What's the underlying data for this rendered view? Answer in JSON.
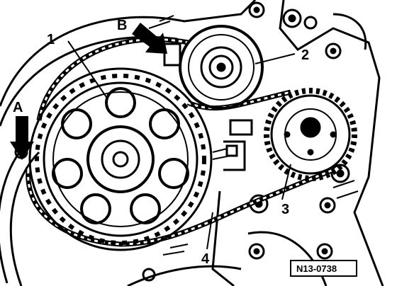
{
  "callouts": {
    "a": "A",
    "b": "B",
    "n1": "1",
    "n2": "2",
    "n3": "3",
    "n4": "4"
  },
  "figure_id": "N13-0738",
  "colors": {
    "ink": "#000000",
    "paper": "#ffffff"
  }
}
